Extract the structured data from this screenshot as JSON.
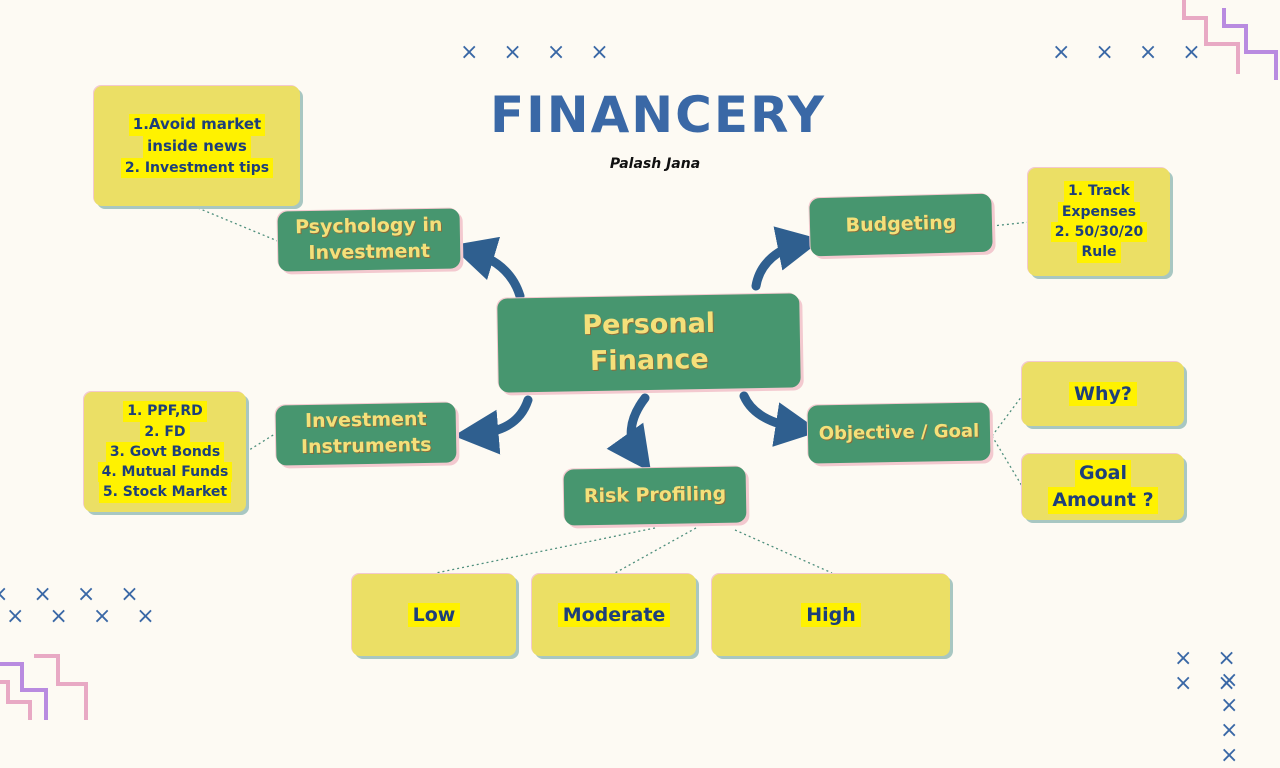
{
  "header": {
    "title": "FINANCERY",
    "author": "Palash Jana"
  },
  "center": {
    "label_line1": "Personal",
    "label_line2": "Finance"
  },
  "branches": {
    "psychology": {
      "line1": "Psychology in",
      "line2": "Investment",
      "tips": [
        "1.Avoid market",
        "inside news",
        "2. Investment tips"
      ]
    },
    "budgeting": {
      "label": "Budgeting",
      "tips": [
        "1.      Track",
        "Expenses",
        "2.    50/30/20",
        "Rule"
      ]
    },
    "instruments": {
      "line1": "Investment",
      "line2": "Instruments",
      "items": [
        "1.        PPF,RD",
        "2.           FD",
        "3.   Govt Bonds",
        "4. Mutual Funds",
        "5. Stock Market"
      ]
    },
    "risk": {
      "label": "Risk Profiling",
      "levels": [
        "Low",
        "Moderate",
        "High"
      ]
    },
    "objective": {
      "label": "Objective / Goal",
      "why": "Why?",
      "goal_line1": "Goal",
      "goal_line2": "Amount ?"
    }
  },
  "decor": {
    "x_marks": "× × × ×"
  },
  "colors": {
    "node_green": "#47966f",
    "node_yellow": "#ebdf65",
    "highlight": "#fff200",
    "title_blue": "#3a68a6",
    "arrow_blue": "#2f5f8f"
  }
}
